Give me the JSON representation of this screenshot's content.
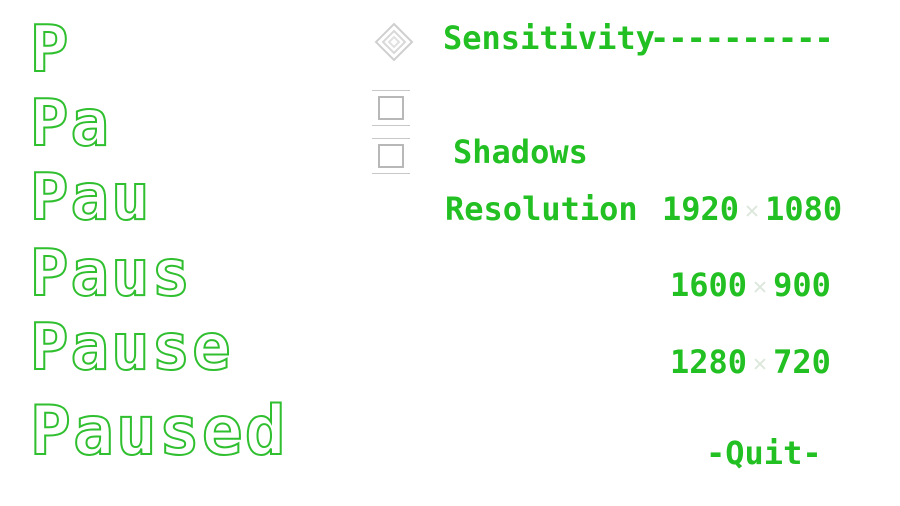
{
  "pause_title_animation": [
    "P",
    "Pa",
    "Pau",
    "Paus",
    "Pause",
    "Paused"
  ],
  "settings": {
    "sensitivity": {
      "label": "Sensitivity",
      "bar": "----------"
    },
    "shadows": {
      "label": "Shadows"
    },
    "resolution": {
      "label": "Resolution",
      "options": [
        {
          "width": "1920",
          "height": "1080"
        },
        {
          "width": "1600",
          "height": "900"
        },
        {
          "width": "1280",
          "height": "720"
        }
      ]
    }
  },
  "quit_label": "-Quit-",
  "colors": {
    "accent_green": "#22c022",
    "outline_green": "#2fbf2f",
    "control_gray": "#b8b8b8"
  }
}
